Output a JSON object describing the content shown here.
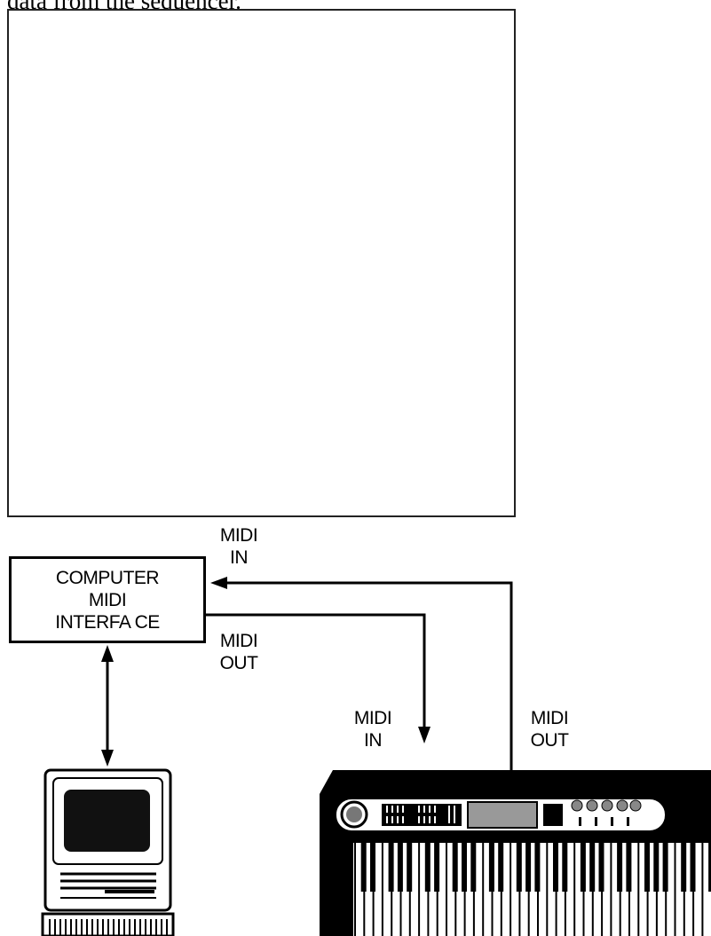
{
  "top_text": "data from the sequencer.",
  "interface_box": {
    "lines": [
      "COMPUTER",
      "MIDI",
      "INTERFA CE"
    ]
  },
  "labels": {
    "iface_midi_in": [
      "MIDI",
      "IN"
    ],
    "iface_midi_out": [
      "MIDI",
      "OUT"
    ],
    "kbd_midi_in": [
      "MIDI",
      "IN"
    ],
    "kbd_midi_out": [
      "MIDI",
      "OUT"
    ]
  },
  "icons": [
    "computer-icon",
    "keyboard-synthesizer-icon"
  ],
  "colors": {
    "line": "#000000",
    "background": "#ffffff"
  }
}
